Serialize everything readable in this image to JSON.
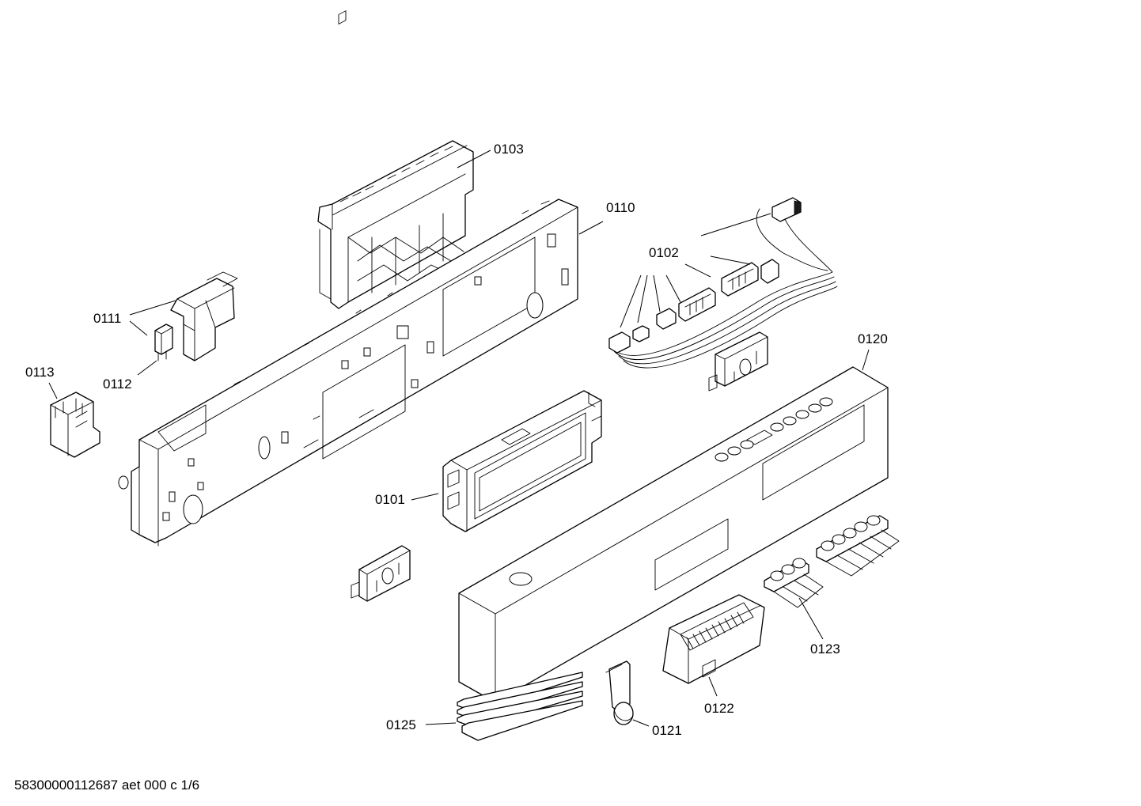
{
  "parts": {
    "p0101": "0101",
    "p0102": "0102",
    "p0103": "0103",
    "p0110": "0110",
    "p0111": "0111",
    "p0112": "0112",
    "p0113": "0113",
    "p0120": "0120",
    "p0121": "0121",
    "p0122": "0122",
    "p0123": "0123",
    "p0125": "0125"
  },
  "footer": {
    "document_id": "58300000112687 aet 000 c 1/6"
  }
}
